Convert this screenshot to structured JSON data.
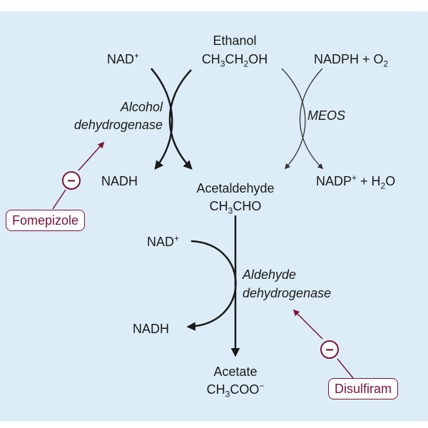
{
  "ethanol": {
    "name": "Ethanol",
    "formula_a": "CH",
    "formula_b": "3",
    "formula_c": "CH",
    "formula_d": "2",
    "formula_e": "OH"
  },
  "acetaldehyde": {
    "name": "Acetaldehyde",
    "formula_a": "CH",
    "formula_b": "3",
    "formula_c": "CHO"
  },
  "acetate": {
    "name": "Acetate",
    "formula_a": "CH",
    "formula_b": "3",
    "formula_c": "COO",
    "formula_d": "−"
  },
  "adh_step": {
    "cofactor_in": "NAD",
    "cofactor_in_sup": "+",
    "cofactor_out": "NADH",
    "enzyme_line1": "Alcohol",
    "enzyme_line2": "dehydrogenase"
  },
  "meos_step": {
    "cofactor_in_a": "NADPH + O",
    "cofactor_in_sub": "2",
    "cofactor_out_a": "NADP",
    "cofactor_out_sup": "+",
    "cofactor_out_b": " + H",
    "cofactor_out_sub": "2",
    "cofactor_out_c": "O",
    "enzyme": "MEOS"
  },
  "aldh_step": {
    "cofactor_in": "NAD",
    "cofactor_in_sup": "+",
    "cofactor_out": "NADH",
    "enzyme_line1": "Aldehyde",
    "enzyme_line2": "dehydrogenase"
  },
  "inhibitors": {
    "fomepizole": "Fomepizole",
    "disulfiram": "Disulfiram",
    "symbol": "−"
  },
  "colors": {
    "background": "#dcedf7",
    "inhibitor": "#7a1436",
    "main_arrow": "#1a1a1a",
    "meos_arrow": "#333333"
  }
}
